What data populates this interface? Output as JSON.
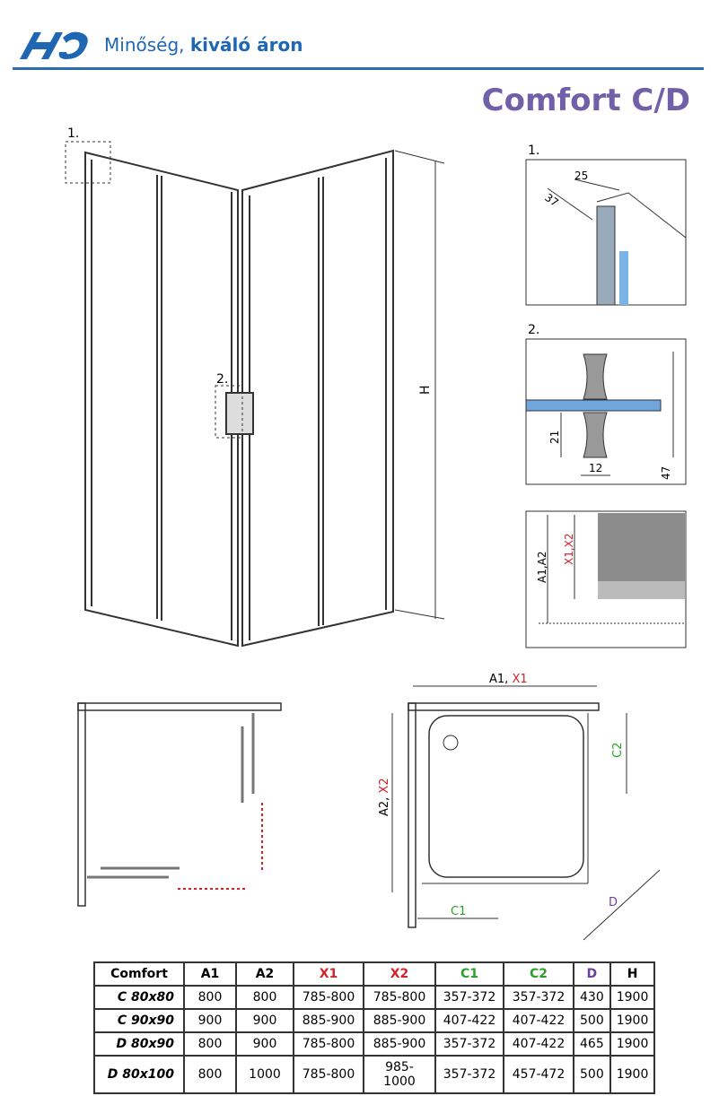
{
  "header": {
    "logo": "H2O",
    "tagline_regular": "Minőség, ",
    "tagline_bold": "kiváló áron",
    "title": "Comfort C/D"
  },
  "colors": {
    "brand": "#2a6db5",
    "title": "#7060a8",
    "red": "#d2232a",
    "green": "#2aa02a",
    "purple": "#6a3fa0"
  },
  "diagram": {
    "callout1": "1.",
    "callout2": "2.",
    "height_label": "H",
    "detail1": {
      "label": "1.",
      "dim_a": "25",
      "dim_b": "37"
    },
    "detail2": {
      "label": "2.",
      "dim_a": "21",
      "dim_b": "12",
      "dim_c": "47"
    },
    "detail3": {
      "label_a": "A1,A2",
      "label_x": "X1,X2"
    },
    "plan": {
      "a1": "A1, ",
      "x1": "X1",
      "a2": "A2, ",
      "x2": "X2",
      "c1": "C1",
      "c2": "C2",
      "d": "D"
    }
  },
  "table": {
    "headers": [
      "Comfort",
      "A1",
      "A2",
      "X1",
      "X2",
      "C1",
      "C2",
      "D",
      "H"
    ],
    "rows": [
      [
        "C 80x80",
        "800",
        "800",
        "785-800",
        "785-800",
        "357-372",
        "357-372",
        "430",
        "1900"
      ],
      [
        "C 90x90",
        "900",
        "900",
        "885-900",
        "885-900",
        "407-422",
        "407-422",
        "500",
        "1900"
      ],
      [
        "D 80x90",
        "800",
        "900",
        "785-800",
        "885-900",
        "357-372",
        "407-422",
        "465",
        "1900"
      ],
      [
        "D 80x100",
        "800",
        "1000",
        "785-800",
        "985-1000",
        "357-372",
        "457-472",
        "500",
        "1900"
      ]
    ]
  }
}
